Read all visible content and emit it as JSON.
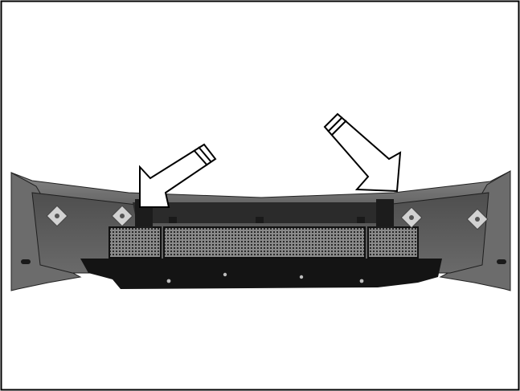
{
  "figure": {
    "kind": "service-manual-illustration",
    "style": "grayscale photograph with outline arrow callouts",
    "subject": "bumper-assembly",
    "callouts": [
      {
        "name": "left-arrow",
        "direction": "down-left"
      },
      {
        "name": "right-arrow",
        "direction": "down-right"
      }
    ],
    "colors": {
      "frame": "#000000",
      "background": "#ffffff",
      "bumper_top": "#707070",
      "bumper_face": "#5a5a5a",
      "bumper_dark": "#3a3a3a",
      "bracket": "#151515",
      "mesh": "#9a9a9a",
      "mount_pad": "#cfcfcf",
      "arrow_fill": "#ffffff",
      "arrow_stroke": "#000000"
    }
  }
}
